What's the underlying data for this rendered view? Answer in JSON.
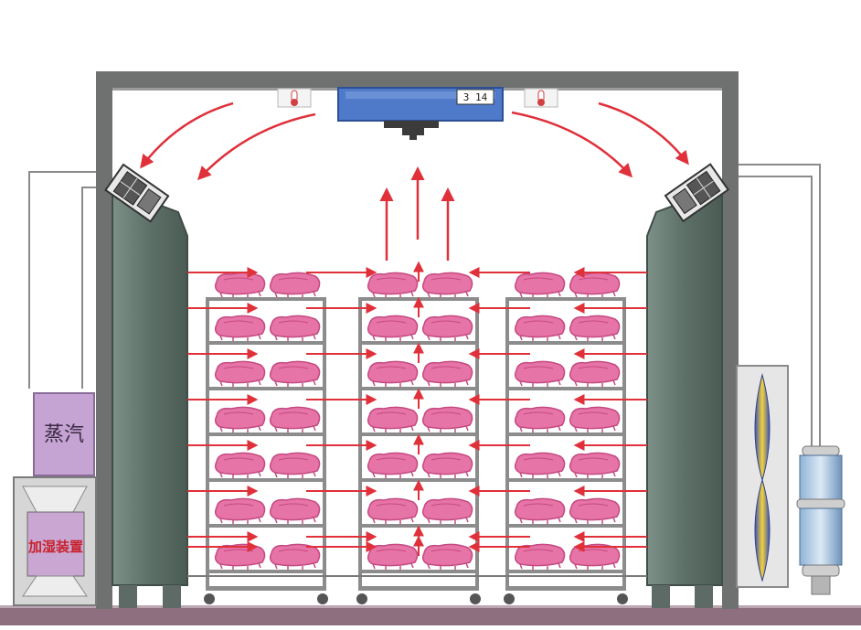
{
  "labels": {
    "steam": "蒸汽",
    "humidifier": "加湿装置"
  },
  "controller_display": "3 14",
  "racks": {
    "count": 3,
    "tiers": 6,
    "items_per_tier": 2,
    "top_items": 2
  },
  "colors": {
    "frame": "#6f7170",
    "wall": "#5d7068",
    "arrow": "#e0303a",
    "meat": "#e774a6",
    "meat_dark": "#c44a82",
    "rack": "#8c8c8c",
    "controller": "#4f79c9",
    "steam_box": "#c5a3d2",
    "humidifier_box": "#d6d6d6",
    "humidifier_inner": "#c9a7d2",
    "humidifier_text": "#c8232c",
    "fan_yellow": "#f2d23a",
    "fan_blue": "#3f55b5",
    "floor": "#8e6f80"
  },
  "icons": {
    "thermometer_left": "thermometer-icon",
    "thermometer_right": "thermometer-icon",
    "fan_left": "fan-icon",
    "fan_right": "fan-icon",
    "axial_fan": "axial-fan-icon",
    "tank": "water-tank-icon"
  }
}
